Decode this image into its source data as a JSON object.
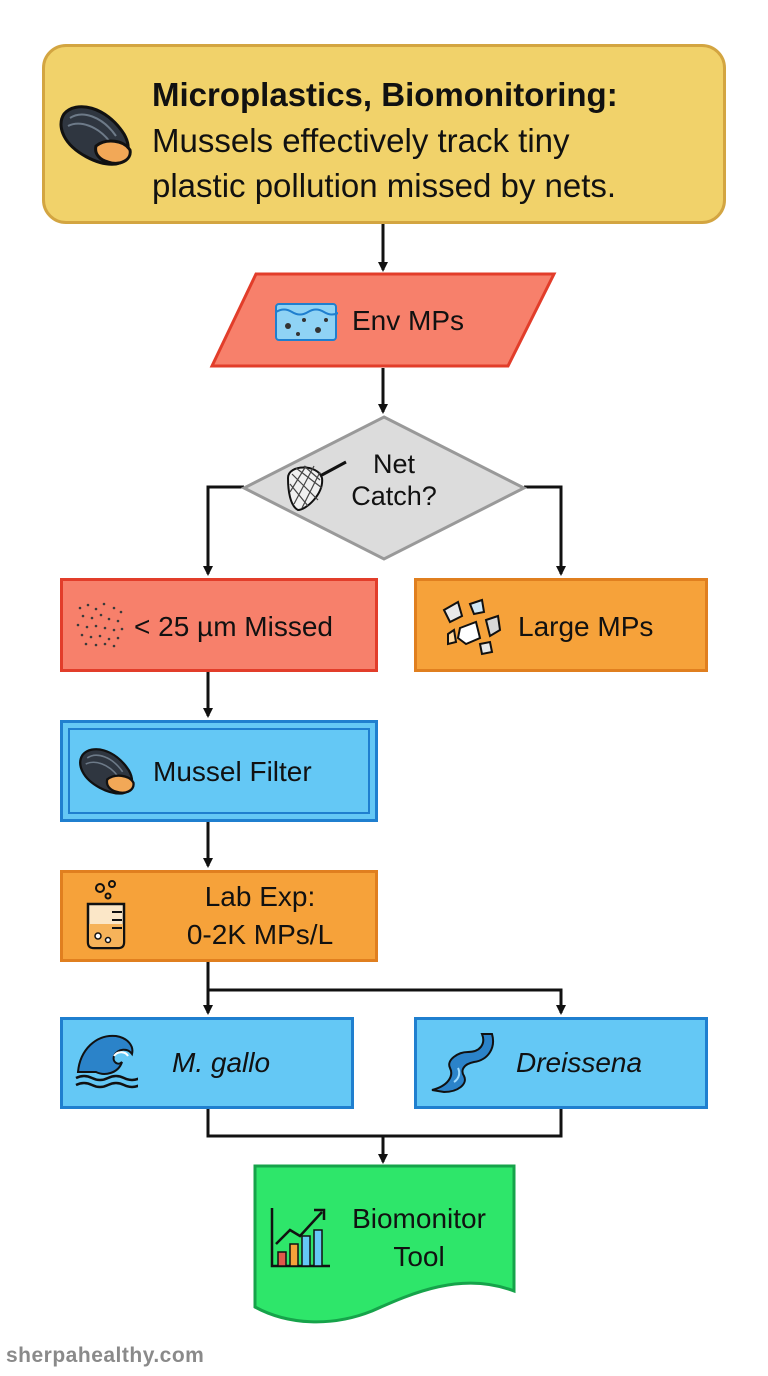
{
  "header": {
    "title_bold": "Microplastics, Biomonitoring:",
    "title_line1": "Mussels effectively track tiny",
    "title_line2": "plastic pollution missed by nets."
  },
  "nodes": {
    "env": "Env MPs",
    "decision_line1": "Net",
    "decision_line2": "Catch?",
    "missed": "< 25 µm Missed",
    "large": "Large MPs",
    "mussel_filter": "Mussel Filter",
    "lab_line1": "Lab Exp:",
    "lab_line2": "0-2K MPs/L",
    "gallo": "M. gallo",
    "dreissena": "Dreissena",
    "tool_line1": "Biomonitor",
    "tool_line2": "Tool"
  },
  "footer": {
    "watermark": "sherpahealthy.com"
  },
  "icons": [
    "mussel-icon",
    "water-particles-icon",
    "net-icon",
    "dust-icon",
    "fragments-icon",
    "beaker-icon",
    "wave-icon",
    "river-icon",
    "chart-icon"
  ],
  "colors": {
    "title_fill": "#f1d26a",
    "red_fill": "#f7806b",
    "orange_fill": "#f6a23a",
    "blue_fill": "#64c8f5",
    "green_fill": "#2ee66a",
    "decision_fill": "#dcdcdc"
  }
}
